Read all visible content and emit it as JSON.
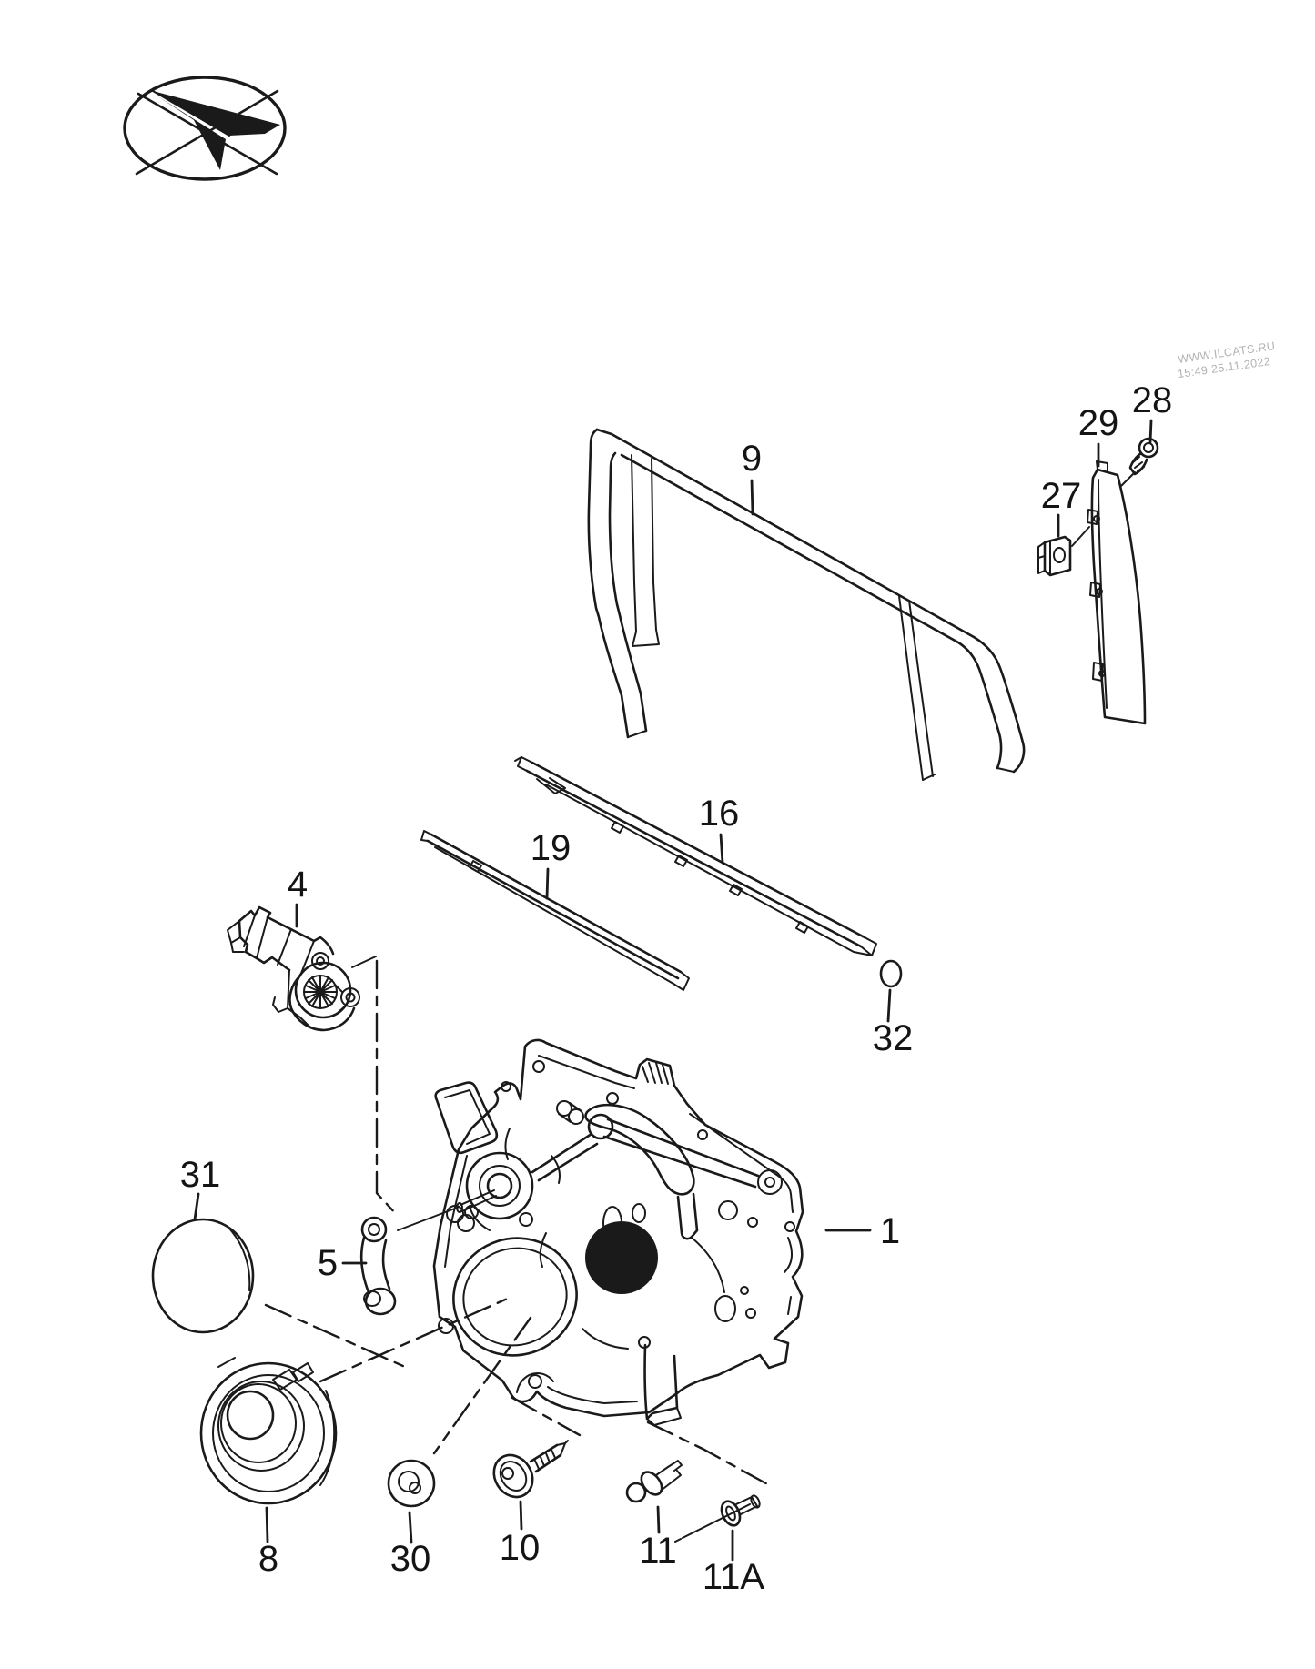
{
  "page": {
    "background": "#ffffff",
    "ink": "#1a1a1a"
  },
  "watermark": {
    "site": "WWW.ILCATS.RU",
    "timestamp": "15:49 25.11.2022",
    "color": "#b2b2b2"
  },
  "diagram": {
    "parts": [
      {
        "label": "1"
      },
      {
        "label": "4"
      },
      {
        "label": "5"
      },
      {
        "label": "8"
      },
      {
        "label": "9"
      },
      {
        "label": "10"
      },
      {
        "label": "11"
      },
      {
        "label": "11A"
      },
      {
        "label": "16"
      },
      {
        "label": "19"
      },
      {
        "label": "27"
      },
      {
        "label": "28"
      },
      {
        "label": "29"
      },
      {
        "label": "30"
      },
      {
        "label": "31"
      },
      {
        "label": "32"
      }
    ]
  }
}
